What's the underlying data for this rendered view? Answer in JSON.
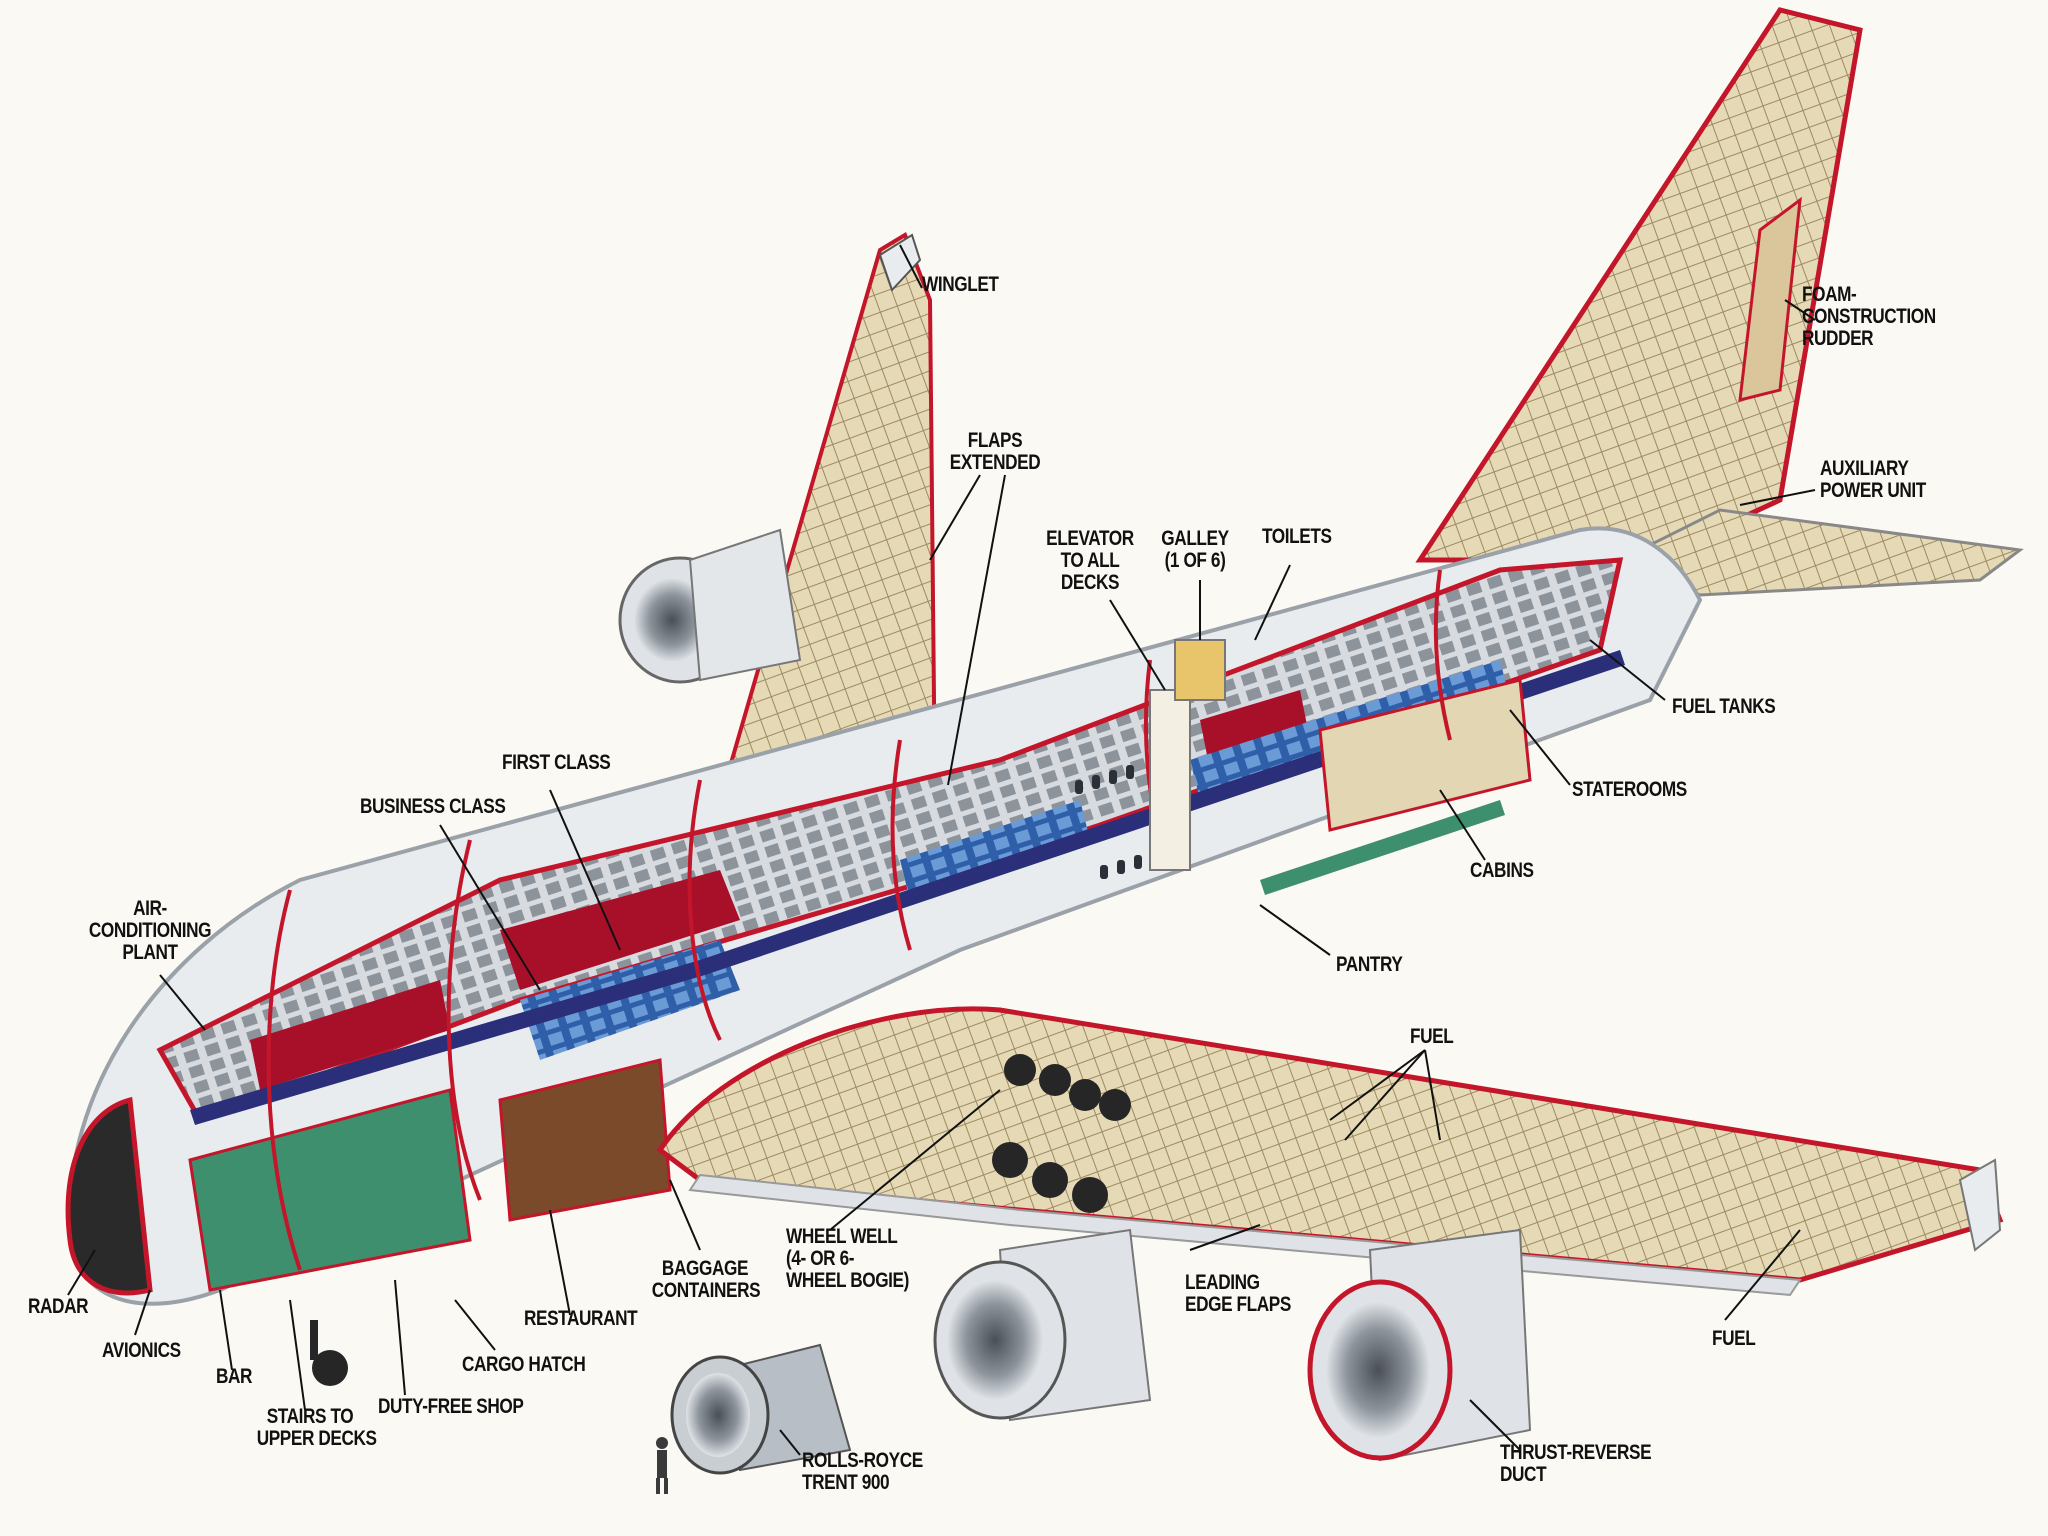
{
  "colors": {
    "background": "#fbf9f3",
    "fuselage": "#e9ecef",
    "structure_tan": "#e3d6b2",
    "cutaway_red": "#c4162a",
    "seat_blue": "#3c6fb5",
    "floor_navy": "#2b2f7a",
    "carpet_green": "#3e8f6e",
    "restaurant_brown": "#7a4a2a"
  },
  "labels": {
    "winglet": "WINGLET",
    "flaps_extended": "FLAPS\nEXTENDED",
    "elevator": "ELEVATOR\nTO ALL\nDECKS",
    "galley": "GALLEY\n(1 OF 6)",
    "toilets": "TOILETS",
    "foam_rudder": "FOAM-\nCONSTRUCTION\nRUDDER",
    "apu": "AUXILIARY\nPOWER UNIT",
    "fuel_tanks": "FUEL TANKS",
    "staterooms": "STATEROOMS",
    "cabins": "CABINS",
    "pantry": "PANTRY",
    "first_class": "FIRST CLASS",
    "business_class": "BUSINESS CLASS",
    "air_conditioning": "AIR-\nCONDITIONING\nPLANT",
    "fuel_wing": "FUEL",
    "fuel_tip": "FUEL",
    "wheel_well": "WHEEL WELL\n(4- OR 6-\nWHEEL BOGIE)",
    "baggage": "BAGGAGE\nCONTAINERS",
    "leading_edge": "LEADING\nEDGE FLAPS",
    "restaurant": "RESTAURANT",
    "cargo_hatch": "CARGO HATCH",
    "radar": "RADAR",
    "avionics": "AVIONICS",
    "bar": "BAR",
    "stairs": "STAIRS TO\nUPPER DECKS",
    "duty_free": "DUTY-FREE SHOP",
    "rolls_royce": "ROLLS-ROYCE\nTRENT 900",
    "thrust_reverse": "THRUST-REVERSE\nDUCT"
  }
}
